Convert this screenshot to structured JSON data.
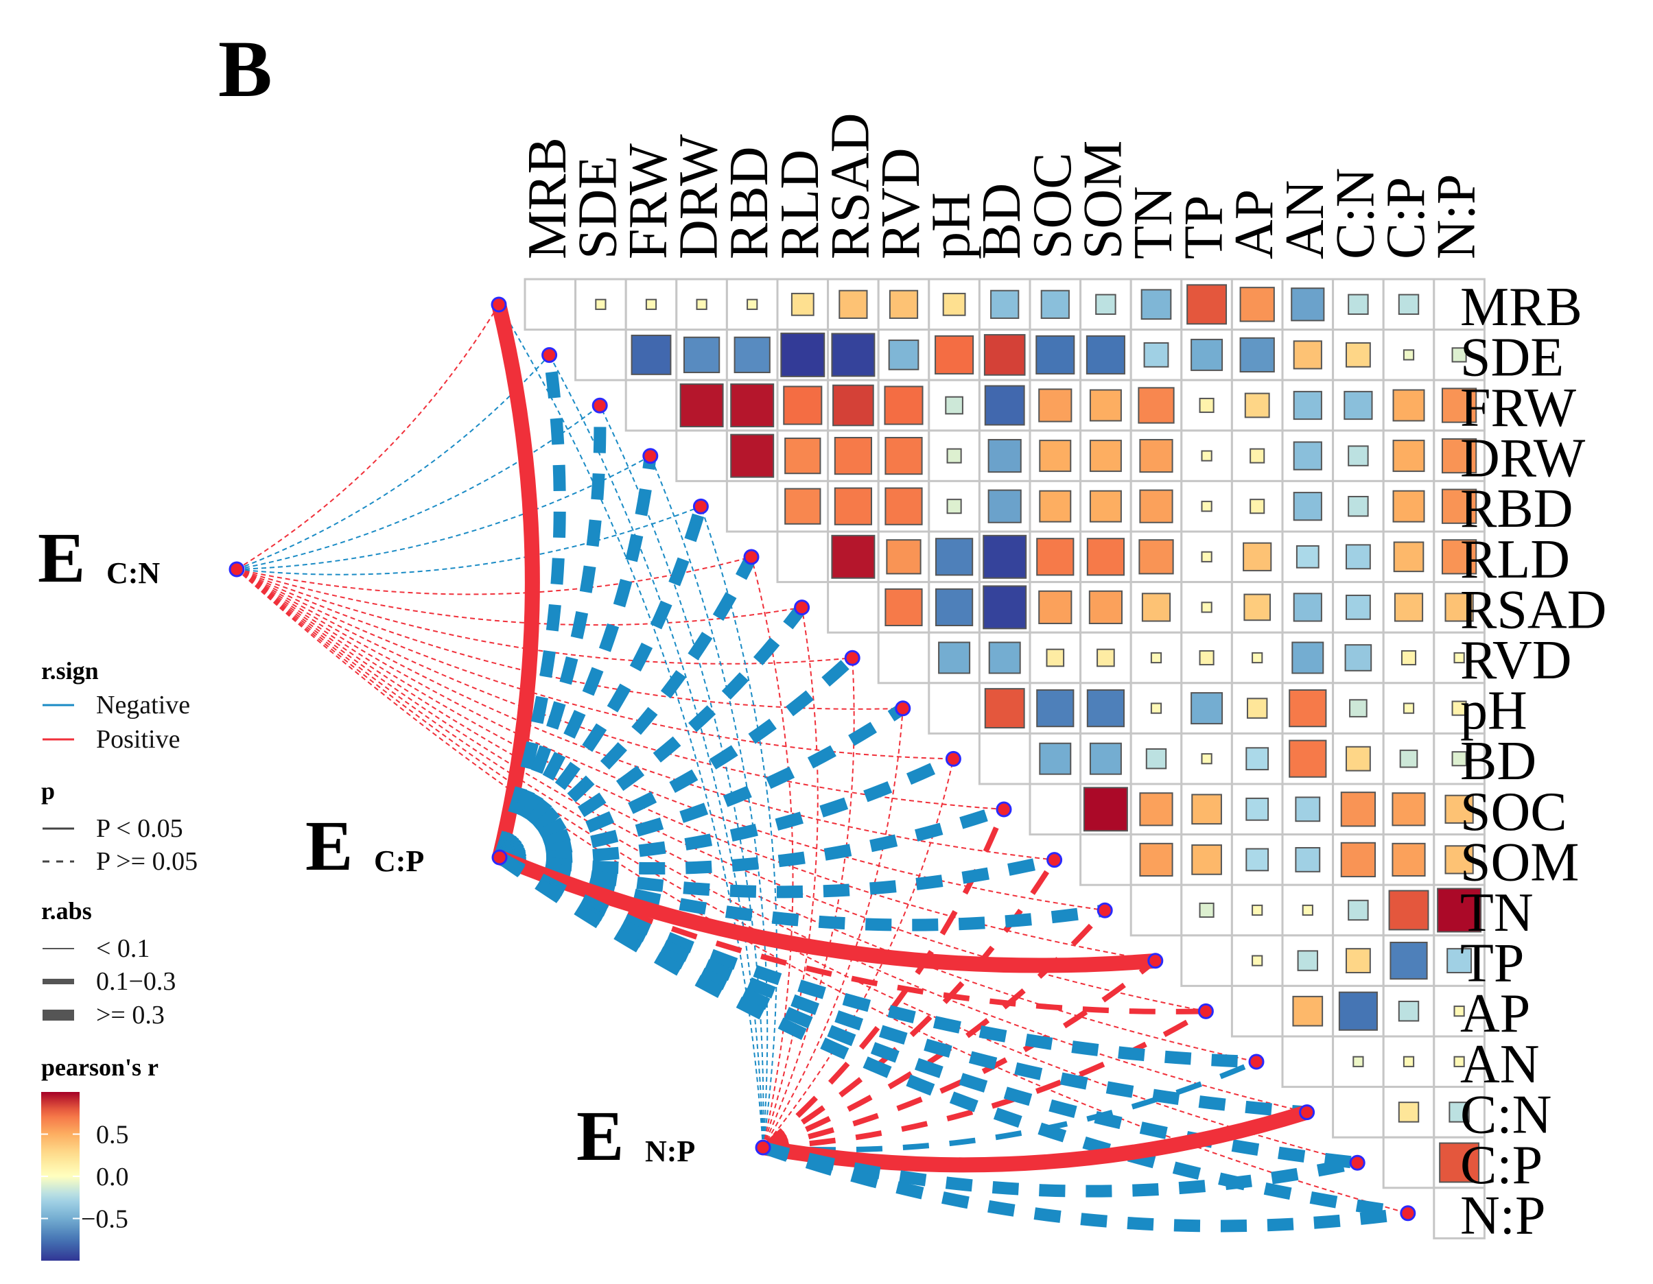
{
  "panel_label": "B",
  "chart_data": {
    "type": "heatmap",
    "variables": [
      "MRB",
      "SDE",
      "FRW",
      "DRW",
      "RBD",
      "RLD",
      "RSAD",
      "RVD",
      "pH",
      "BD",
      "SOC",
      "SOM",
      "TN",
      "TP",
      "AP",
      "AN",
      "C:N",
      "C:P",
      "N:P"
    ],
    "note_r": "upper-triangle pearson's r matrix, rows[i][k] = r(variables[i], variables[i+1+k])",
    "rows": [
      [
        0.05,
        0.05,
        0.05,
        0.05,
        0.25,
        0.4,
        0.4,
        0.25,
        -0.4,
        -0.4,
        -0.2,
        -0.45,
        0.8,
        0.6,
        -0.55,
        -0.2,
        -0.2
      ],
      [
        -0.8,
        -0.65,
        -0.65,
        -0.98,
        -0.95,
        -0.45,
        0.75,
        0.85,
        -0.75,
        -0.75,
        -0.3,
        -0.5,
        -0.6,
        0.4,
        0.3,
        -0.05,
        -0.1
      ],
      [
        0.95,
        0.95,
        0.75,
        0.85,
        0.75,
        -0.15,
        -0.8,
        0.55,
        0.5,
        0.65,
        0.1,
        0.3,
        -0.4,
        -0.4,
        0.5,
        0.6
      ],
      [
        0.95,
        0.65,
        0.7,
        0.7,
        -0.1,
        -0.55,
        0.5,
        0.5,
        0.55,
        0.05,
        0.1,
        -0.4,
        -0.2,
        0.5,
        0.6
      ],
      [
        0.65,
        0.7,
        0.7,
        -0.1,
        -0.55,
        0.5,
        0.5,
        0.55,
        0.05,
        0.1,
        -0.4,
        -0.2,
        0.5,
        0.6
      ],
      [
        0.95,
        0.6,
        -0.7,
        -0.95,
        0.7,
        0.7,
        0.6,
        0.05,
        0.4,
        -0.25,
        -0.3,
        0.45,
        0.6
      ],
      [
        0.7,
        -0.7,
        -0.95,
        0.55,
        0.55,
        0.4,
        0.05,
        0.35,
        -0.4,
        -0.3,
        0.4,
        0.4
      ],
      [
        -0.5,
        -0.5,
        0.15,
        0.15,
        0.05,
        0.1,
        0.05,
        -0.5,
        -0.35,
        0.1,
        0.05
      ],
      [
        0.8,
        -0.7,
        -0.7,
        0.05,
        -0.5,
        0.2,
        0.7,
        -0.15,
        0.05,
        0.1
      ],
      [
        -0.5,
        -0.5,
        -0.2,
        0.05,
        -0.25,
        0.7,
        0.3,
        -0.15,
        -0.1
      ],
      [
        0.98,
        0.55,
        0.45,
        -0.25,
        -0.3,
        0.6,
        0.55,
        0.4
      ],
      [
        0.55,
        0.45,
        -0.25,
        -0.3,
        0.6,
        0.55,
        0.4
      ],
      [
        -0.1,
        0.05,
        0.05,
        -0.2,
        0.8,
        0.98
      ],
      [
        0.05,
        -0.2,
        0.3,
        -0.7,
        -0.3
      ],
      [
        0.45,
        -0.75,
        -0.2,
        0.05
      ],
      [
        -0.05,
        0.05,
        0.05
      ],
      [
        0.2,
        -0.2
      ],
      [
        0.8
      ]
    ],
    "mantel_groups": [
      {
        "label": "E",
        "subscript": "C:N"
      },
      {
        "label": "E",
        "subscript": "C:P"
      },
      {
        "label": "E",
        "subscript": "N:P"
      }
    ],
    "note_links": "links[g][v]: sign (1 positive, -1 negative), abs_class (0: < 0.1, 1: 0.1-0.3, 2: >= 0.3), sig (1: P < 0.05, 0: P >= 0.05)",
    "links": [
      [
        [
          1,
          0,
          0
        ],
        [
          -1,
          0,
          0
        ],
        [
          -1,
          0,
          0
        ],
        [
          -1,
          0,
          0
        ],
        [
          -1,
          0,
          0
        ],
        [
          1,
          0,
          0
        ],
        [
          1,
          0,
          0
        ],
        [
          1,
          0,
          0
        ],
        [
          1,
          0,
          0
        ],
        [
          1,
          0,
          0
        ],
        [
          1,
          0,
          0
        ],
        [
          1,
          0,
          0
        ],
        [
          1,
          0,
          0
        ],
        [
          1,
          0,
          0
        ],
        [
          1,
          0,
          0
        ],
        [
          1,
          0,
          0
        ],
        [
          1,
          0,
          0
        ],
        [
          1,
          0,
          0
        ],
        [
          1,
          0,
          0
        ]
      ],
      [
        [
          1,
          2,
          1
        ],
        [
          -1,
          2,
          0
        ],
        [
          -1,
          2,
          0
        ],
        [
          -1,
          2,
          0
        ],
        [
          -1,
          2,
          0
        ],
        [
          -1,
          2,
          0
        ],
        [
          -1,
          2,
          0
        ],
        [
          -1,
          2,
          0
        ],
        [
          -1,
          2,
          0
        ],
        [
          -1,
          2,
          0
        ],
        [
          -1,
          2,
          0
        ],
        [
          -1,
          2,
          0
        ],
        [
          -1,
          2,
          0
        ],
        [
          1,
          2,
          1
        ],
        [
          1,
          1,
          0
        ],
        [
          -1,
          2,
          0
        ],
        [
          -1,
          2,
          0
        ],
        [
          -1,
          2,
          0
        ],
        [
          -1,
          2,
          0
        ]
      ],
      [
        [
          -1,
          0,
          0
        ],
        [
          -1,
          0,
          0
        ],
        [
          -1,
          0,
          0
        ],
        [
          -1,
          0,
          0
        ],
        [
          -1,
          0,
          0
        ],
        [
          1,
          0,
          0
        ],
        [
          1,
          0,
          0
        ],
        [
          1,
          0,
          0
        ],
        [
          1,
          0,
          0
        ],
        [
          1,
          0,
          0
        ],
        [
          1,
          1,
          0
        ],
        [
          1,
          1,
          0
        ],
        [
          1,
          1,
          0
        ],
        [
          1,
          1,
          0
        ],
        [
          1,
          1,
          0
        ],
        [
          -1,
          1,
          0
        ],
        [
          1,
          2,
          1
        ],
        [
          -1,
          2,
          0
        ],
        [
          -1,
          2,
          0
        ]
      ]
    ],
    "legend": {
      "r_sign": {
        "title": "r.sign",
        "items": [
          "Negative",
          "Positive"
        ],
        "colors": [
          "#1a8bc5",
          "#f0303a"
        ]
      },
      "p": {
        "title": "p",
        "items": [
          "P < 0.05",
          "P >= 0.05"
        ]
      },
      "r_abs": {
        "title": "r.abs",
        "items": [
          "< 0.1",
          "0.1−0.3",
          ">= 0.3"
        ]
      },
      "colorbar": {
        "title": "pearson's r",
        "ticks": [
          "0.5",
          "0.0",
          "−0.5"
        ],
        "tick_values": [
          0.5,
          0.0,
          -0.5
        ],
        "range": [
          -1,
          1
        ]
      }
    },
    "colors": {
      "low": "#313695",
      "mid": "#ffffbf",
      "high": "#a50026",
      "grid": "#bfbfbf"
    }
  }
}
